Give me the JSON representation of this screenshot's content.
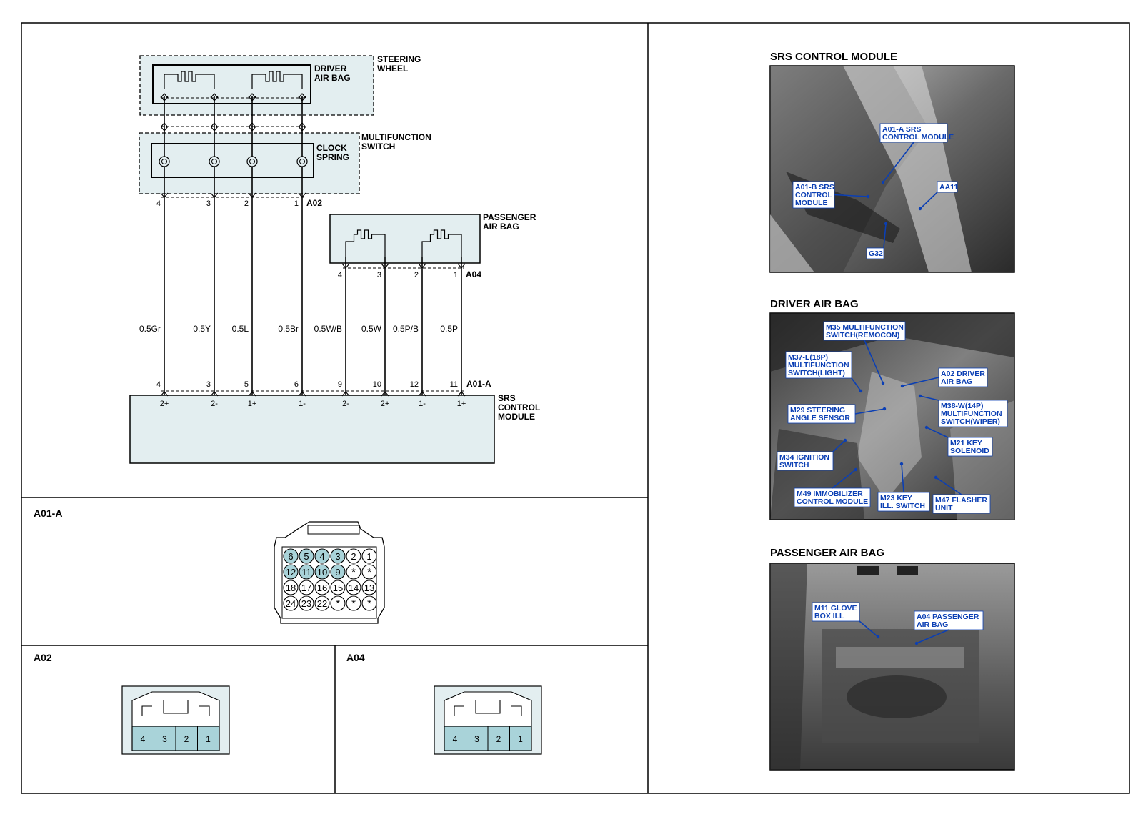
{
  "colors": {
    "fill": "#e3eef0",
    "accent_pin": "#a9d3d9",
    "callout": "#0b3fb4",
    "line": "#000000"
  },
  "schematic": {
    "steering_wheel_label": [
      "STEERING",
      "WHEEL"
    ],
    "driver_airbag_label": [
      "DRIVER",
      "AIR BAG"
    ],
    "multifunction_switch_label": [
      "MULTIFUNCTION",
      "SWITCH"
    ],
    "clock_spring_label": [
      "CLOCK",
      "SPRING"
    ],
    "passenger_airbag_label": [
      "PASSENGER",
      "AIR BAG"
    ],
    "srs_module_label": [
      "SRS",
      "CONTROL",
      "MODULE"
    ],
    "connector_a02": "A02",
    "connector_a04": "A04",
    "connector_a01a": "A01-A",
    "wires": [
      {
        "top_pin": "4",
        "bottom_pin": "4",
        "spec": "0.5Gr",
        "terminal": "2+"
      },
      {
        "top_pin": "3",
        "bottom_pin": "3",
        "spec": "0.5Y",
        "terminal": "2-"
      },
      {
        "top_pin": "2",
        "bottom_pin": "5",
        "spec": "0.5L",
        "terminal": "1+"
      },
      {
        "top_pin": "1",
        "bottom_pin": "6",
        "spec": "0.5Br",
        "terminal": "1-"
      },
      {
        "top_pin": "4",
        "bottom_pin": "9",
        "spec": "0.5W/B",
        "terminal": "2-"
      },
      {
        "top_pin": "3",
        "bottom_pin": "10",
        "spec": "0.5W",
        "terminal": "2+"
      },
      {
        "top_pin": "2",
        "bottom_pin": "12",
        "spec": "0.5P/B",
        "terminal": "1-"
      },
      {
        "top_pin": "1",
        "bottom_pin": "11",
        "spec": "0.5P",
        "terminal": "1+"
      }
    ]
  },
  "connectors": {
    "a01a_title": "A01-A",
    "a01a_rows": [
      [
        "6",
        "5",
        "4",
        "3",
        "2",
        "1"
      ],
      [
        "12",
        "11",
        "10",
        "9",
        "*",
        "*"
      ],
      [
        "18",
        "17",
        "16",
        "15",
        "14",
        "13"
      ],
      [
        "24",
        "23",
        "22",
        "*",
        "*",
        "*"
      ]
    ],
    "a01a_highlight": [
      "6",
      "5",
      "4",
      "3",
      "12",
      "11",
      "10",
      "9"
    ],
    "a02_title": "A02",
    "a02_pins": [
      "4",
      "3",
      "2",
      "1"
    ],
    "a04_title": "A04",
    "a04_pins": [
      "4",
      "3",
      "2",
      "1"
    ]
  },
  "photos": [
    {
      "title": "SRS CONTROL MODULE",
      "callouts": [
        [
          "A01-A SRS",
          "CONTROL MODULE"
        ],
        [
          "A01-B SRS",
          "CONTROL",
          "MODULE"
        ],
        [
          "AA11"
        ],
        [
          "G32"
        ]
      ]
    },
    {
      "title": "DRIVER AIR BAG",
      "callouts": [
        [
          "M35 MULTIFUNCTION",
          "SWITCH(REMOCON)"
        ],
        [
          "M37-L(18P)",
          "MULTIFUNCTION",
          "SWITCH(LIGHT)"
        ],
        [
          "A02 DRIVER",
          "AIR BAG"
        ],
        [
          "M29 STEERING",
          "ANGLE SENSOR"
        ],
        [
          "M38-W(14P)",
          "MULTIFUNCTION",
          "SWITCH(WIPER)"
        ],
        [
          "M21 KEY",
          "SOLENOID"
        ],
        [
          "M34 IGNITION",
          "SWITCH"
        ],
        [
          "M49 IMMOBILIZER",
          "CONTROL MODULE"
        ],
        [
          "M23 KEY",
          "ILL. SWITCH"
        ],
        [
          "M47 FLASHER",
          "UNIT"
        ]
      ]
    },
    {
      "title": "PASSENGER AIR BAG",
      "callouts": [
        [
          "M11 GLOVE",
          "BOX ILL"
        ],
        [
          "A04 PASSENGER",
          "AIR BAG"
        ]
      ]
    }
  ]
}
